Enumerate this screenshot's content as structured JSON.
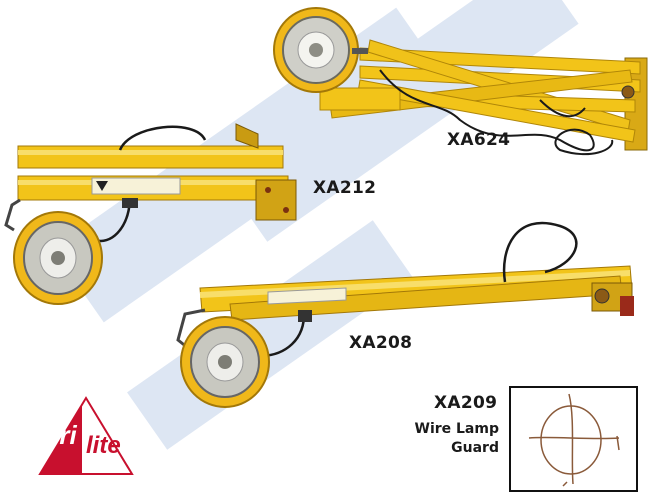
{
  "watermark": {
    "color": "#dde6f3"
  },
  "products": [
    {
      "code": "XA624"
    },
    {
      "code": "XA212"
    },
    {
      "code": "XA208"
    }
  ],
  "guard": {
    "code": "XA209",
    "line1": "Wire Lamp",
    "line2": "Guard"
  },
  "logo": {
    "text_tri": "Tri",
    "text_lite": "lite",
    "color": "#c8102e"
  },
  "colors": {
    "arm_yellow": "#f2c419",
    "arm_shadow": "#c79a0c",
    "lamp_rim": "#f0b81a",
    "cord": "#1a1a1a"
  }
}
